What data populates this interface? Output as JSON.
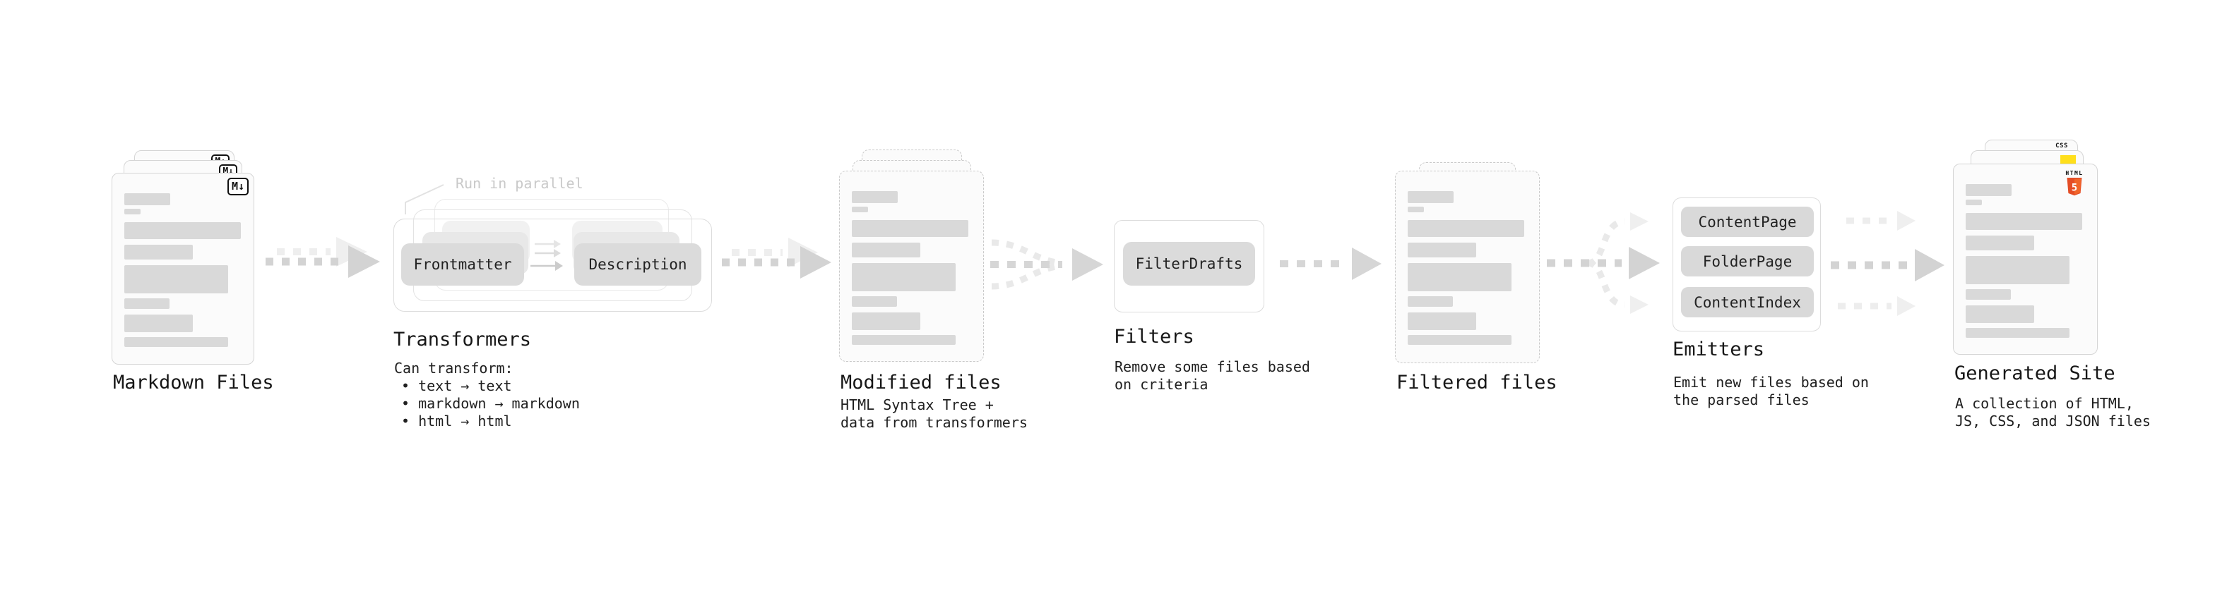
{
  "stages": {
    "markdown_files": {
      "label": "Markdown Files",
      "badge": "M↓"
    },
    "transformers": {
      "label": "Transformers",
      "annotation": "Run in parallel",
      "pill_left": "Frontmatter",
      "pill_right": "Description",
      "desc_title": "Can transform:",
      "desc_items": [
        "• text → text",
        "• markdown → markdown",
        "• html → html"
      ]
    },
    "modified_files": {
      "label": "Modified files",
      "desc_lines": [
        "HTML Syntax Tree +",
        "data from transformers"
      ]
    },
    "filters": {
      "label": "Filters",
      "pill": "FilterDrafts",
      "desc_lines": [
        "Remove some files based",
        "on criteria"
      ]
    },
    "filtered_files": {
      "label": "Filtered files"
    },
    "emitters": {
      "label": "Emitters",
      "pills": [
        "ContentPage",
        "FolderPage",
        "ContentIndex"
      ],
      "desc_lines": [
        "Emit new files based on",
        "the parsed files"
      ]
    },
    "generated_site": {
      "label": "Generated Site",
      "desc_lines": [
        "A collection of HTML,",
        "JS, CSS, and JSON files"
      ],
      "badges": {
        "css": "CSS",
        "html_top": "HTML",
        "html_num": "5"
      }
    }
  },
  "colors": {
    "arrow_main": "#d3d3d3",
    "arrow_ghost": "#ededed",
    "bar": "#d9d9d9",
    "html5_orange": "#e44d26",
    "js_yellow": "#ffdf1b",
    "css_blue": "#2b66f6"
  }
}
